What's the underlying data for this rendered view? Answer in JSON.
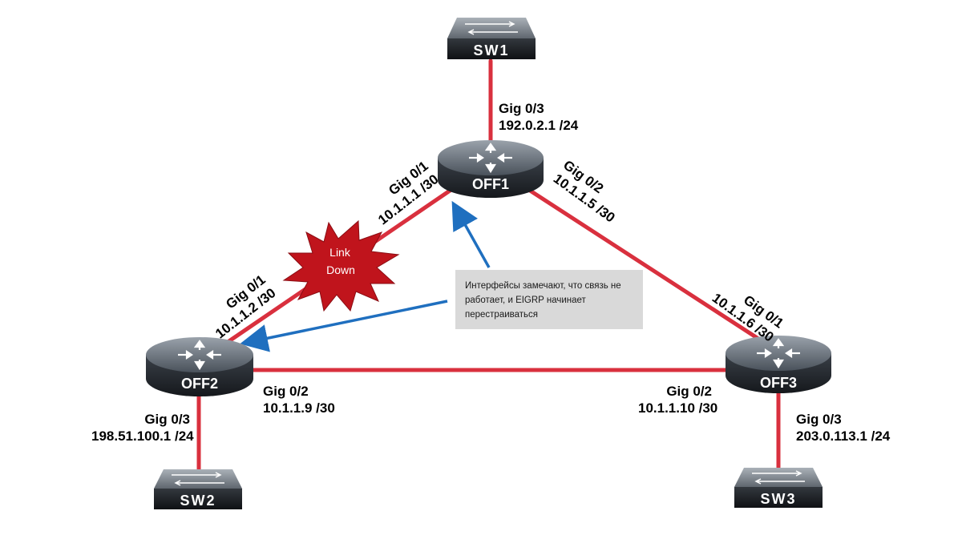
{
  "devices": {
    "off1": "OFF1",
    "off2": "OFF2",
    "off3": "OFF3",
    "sw1": "SW1",
    "sw2": "SW2",
    "sw3": "SW3"
  },
  "interfaces": {
    "off1_g03": {
      "name": "Gig 0/3",
      "ip": "192.0.2.1 /24"
    },
    "off1_g01": {
      "name": "Gig 0/1",
      "ip": "10.1.1.1 /30"
    },
    "off1_g02": {
      "name": "Gig 0/2",
      "ip": "10.1.1.5 /30"
    },
    "off2_g01": {
      "name": "Gig 0/1",
      "ip": "10.1.1.2 /30"
    },
    "off2_g02": {
      "name": "Gig 0/2",
      "ip": "10.1.1.9 /30"
    },
    "off2_g03": {
      "name": "Gig 0/3",
      "ip": "198.51.100.1 /24"
    },
    "off3_g01": {
      "name": "Gig 0/1",
      "ip": "10.1.1.6 /30"
    },
    "off3_g02": {
      "name": "Gig 0/2",
      "ip": "10.1.1.10 /30"
    },
    "off3_g03": {
      "name": "Gig 0/3",
      "ip": "203.0.113.1 /24"
    }
  },
  "link_down": {
    "line1": "Link",
    "line2": "Down"
  },
  "callout": "Интерфейсы замечают, что связь не работает, и EIGRP начинает перестраиваться",
  "colors": {
    "link": "#d9303e",
    "arrow": "#1f6fbf",
    "burst": "#c0141c",
    "callout_bg": "#d9d9d9"
  }
}
